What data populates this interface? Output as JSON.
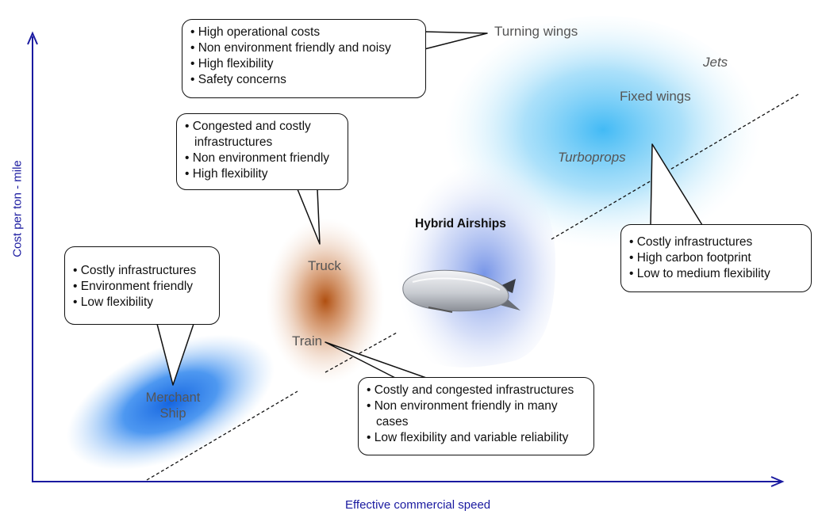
{
  "axes": {
    "x_label": "Effective commercial speed",
    "y_label": "Cost per ton - mile"
  },
  "modes": {
    "merchant_ship": "Merchant\nShip",
    "truck": "Truck",
    "train": "Train",
    "hybrid_airships": "Hybrid Airships",
    "turning_wings": "Turning wings",
    "jets": "Jets",
    "fixed_wings": "Fixed wings",
    "turboprops": "Turboprops"
  },
  "callouts": {
    "turning_wings": [
      "High operational costs",
      "Non environment friendly and noisy",
      "High flexibility",
      "Safety concerns"
    ],
    "truck": [
      "Congested and costly infrastructures",
      "Non environment friendly",
      "High flexibility"
    ],
    "merchant_ship": [
      "Costly infrastructures",
      "Environment friendly",
      "Low flexibility"
    ],
    "train": [
      "Costly and congested infrastructures",
      "Non environment friendly in many cases",
      "Low flexibility and variable reliability"
    ],
    "fixed_wings": [
      "Costly infrastructures",
      "High carbon footprint",
      "Low to medium flexibility"
    ]
  },
  "colors": {
    "axis": "#1a1aa0",
    "ship_blob": "#1a73e8",
    "truck_blob": "#b5561a",
    "air_blob": "#4fc3f7",
    "airship_blob": "#8ea6e8"
  }
}
